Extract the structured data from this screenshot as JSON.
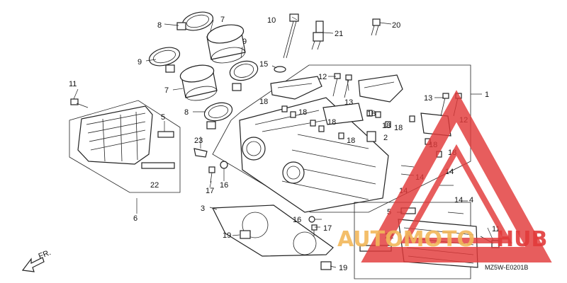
{
  "diagram": {
    "code": "MZ5W-E0201B",
    "front_label": "FR.",
    "callouts": [
      "1",
      "2",
      "3",
      "4",
      "5",
      "6",
      "7",
      "8",
      "9",
      "10",
      "11",
      "12",
      "13",
      "14",
      "15",
      "16",
      "17",
      "18",
      "19",
      "20",
      "21",
      "22",
      "23"
    ]
  },
  "watermark": {
    "text_left": "AUTOMOTO",
    "text_right": "HUB",
    "color_red": "#e23a3a",
    "color_orange": "#f2b85a"
  }
}
